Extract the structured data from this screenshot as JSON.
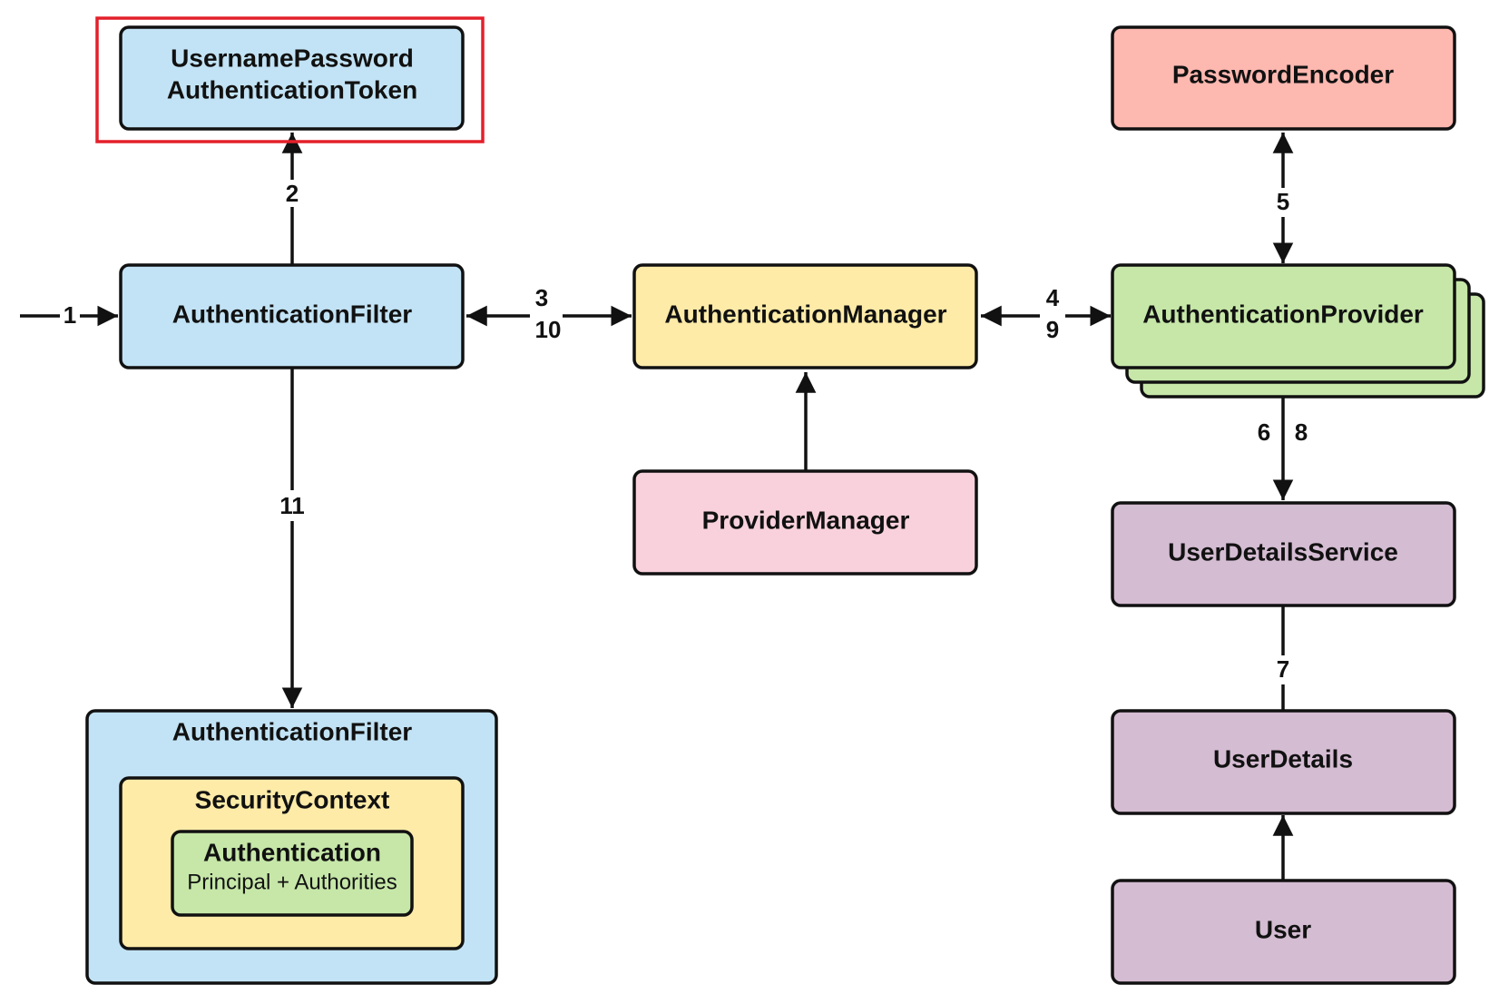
{
  "colors": {
    "blue": "#c2e3f5",
    "red_fill": "#fdb8b0",
    "yellow": "#feeba8",
    "green": "#c6e7a8",
    "pink": "#f8d1dc",
    "purple": "#d4bcd2",
    "highlight": "#e3202b"
  },
  "nodes": {
    "token_line1": "UsernamePassword",
    "token_line2": "AuthenticationToken",
    "auth_filter": "AuthenticationFilter",
    "auth_manager": "AuthenticationManager",
    "provider_manager": "ProviderManager",
    "password_encoder": "PasswordEncoder",
    "auth_provider": "AuthenticationProvider",
    "user_details_service": "UserDetailsService",
    "user_details": "UserDetails",
    "user": "User",
    "filter_container": "AuthenticationFilter",
    "security_context": "SecurityContext",
    "authentication": "Authentication",
    "authentication_sub": "Principal + Authorities"
  },
  "steps": {
    "s1": "1",
    "s2": "2",
    "s3": "3",
    "s10": "10",
    "s4": "4",
    "s9": "9",
    "s5": "5",
    "s6": "6",
    "s8": "8",
    "s7": "7",
    "s11": "11"
  }
}
